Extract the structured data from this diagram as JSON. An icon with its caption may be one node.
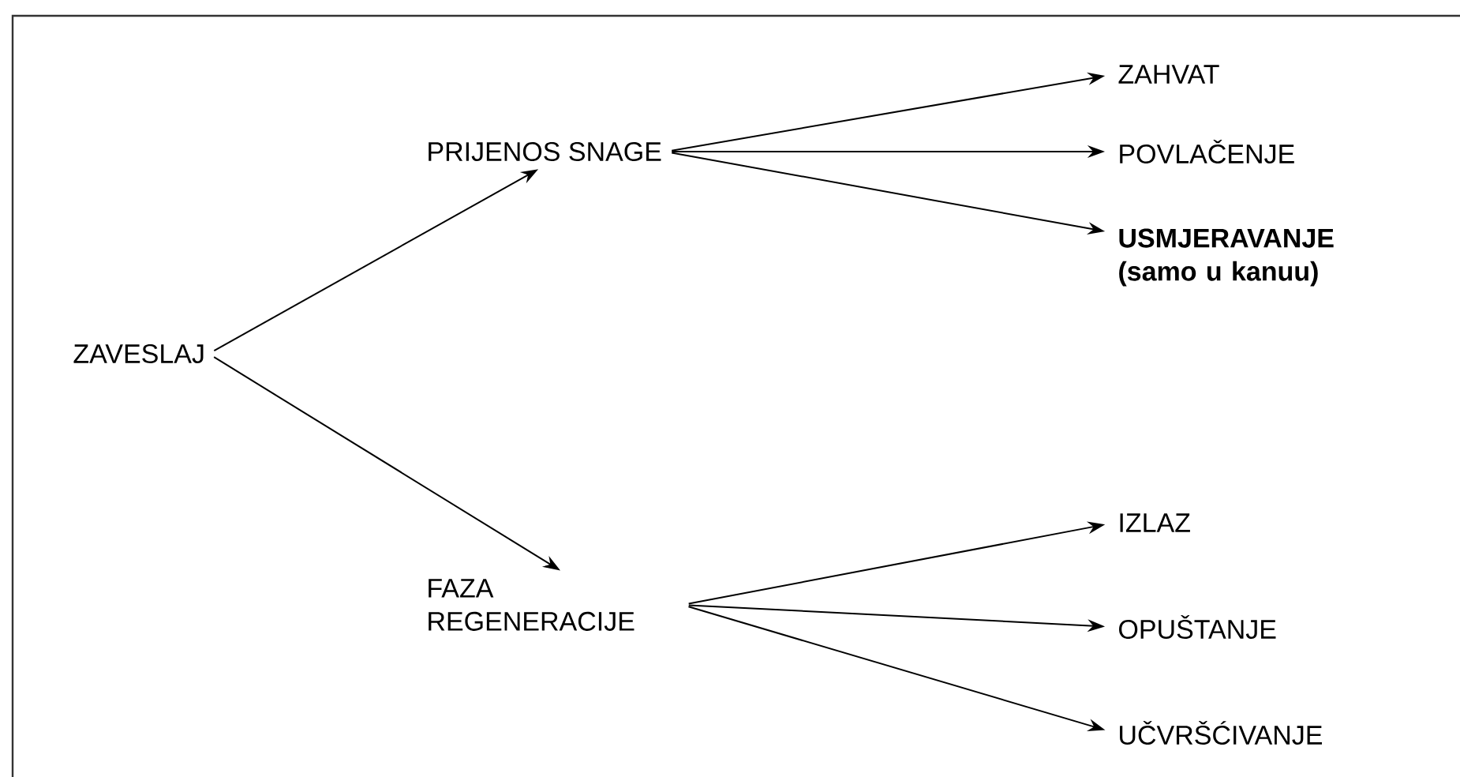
{
  "diagram": {
    "nodes": [
      {
        "text": [
          "ZAVESLAJ"
        ]
      },
      {
        "text": [
          "PRIJENOS SNAGE"
        ]
      },
      {
        "text": [
          "FAZA REGENERACIJE"
        ]
      },
      {
        "text": [
          "ZAHVAT"
        ]
      },
      {
        "text": [
          "POVLAČENJE"
        ]
      },
      {
        "text": [
          "USMJERAVANJE (samo u kanuu)"
        ]
      },
      {
        "text": [
          "IZLAZ"
        ]
      },
      {
        "text": [
          "OPUŠTANJE"
        ]
      },
      {
        "text": [
          "UČVRŠĆIVANJE"
        ]
      }
    ],
    "edges": [
      {
        "from": 0,
        "to": 1,
        "arrow": "to"
      },
      {
        "from": 0,
        "to": 2,
        "arrow": "to"
      },
      {
        "from": 1,
        "to": 3,
        "arrow": "to"
      },
      {
        "from": 1,
        "to": 4,
        "arrow": "to"
      },
      {
        "from": 1,
        "to": 5,
        "arrow": "to"
      },
      {
        "from": 2,
        "to": 6,
        "arrow": "to"
      },
      {
        "from": 2,
        "to": 7,
        "arrow": "to"
      },
      {
        "from": 2,
        "to": 8,
        "arrow": "to"
      }
    ]
  }
}
